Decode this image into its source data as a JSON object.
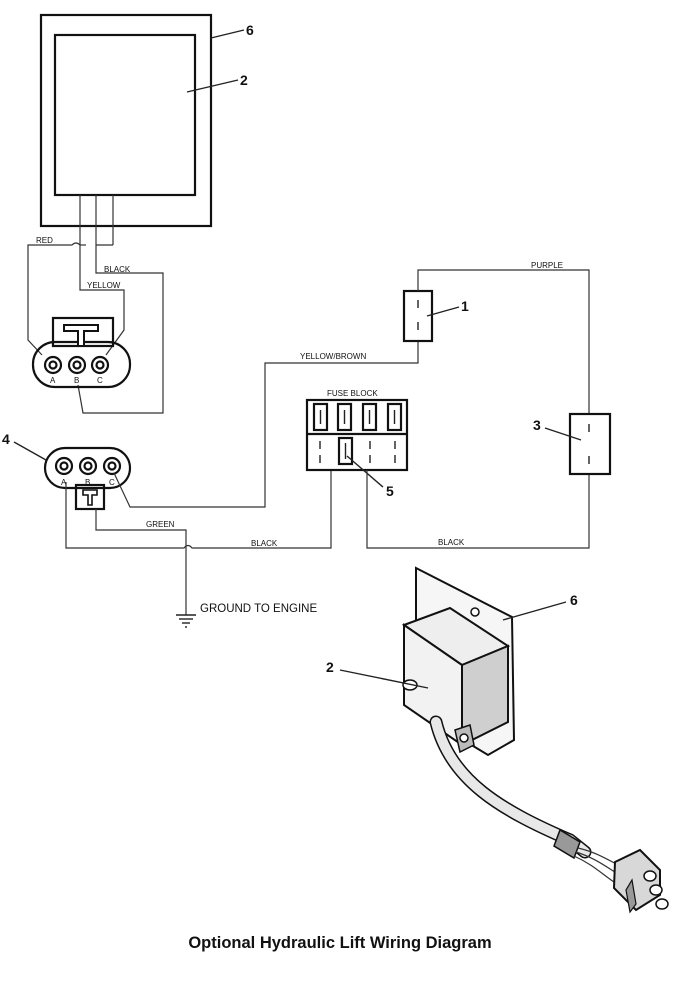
{
  "callouts": {
    "n1": "1",
    "n2_top": "2",
    "n2_bottom": "2",
    "n3": "3",
    "n4": "4",
    "n5": "5",
    "n6_top": "6",
    "n6_bottom": "6"
  },
  "wire_labels": {
    "red": "RED",
    "black_top": "BLACK",
    "yellow": "YELLOW",
    "purple": "PURPLE",
    "yellow_brown": "YELLOW/BROWN",
    "green": "GREEN",
    "black_left": "BLACK",
    "black_right": "BLACK"
  },
  "fuse_block_label": "FUSE BLOCK",
  "ground_label": "GROUND TO ENGINE",
  "pins": {
    "upper": [
      "A",
      "B",
      "C"
    ],
    "lower": [
      "A",
      "B",
      "C"
    ]
  },
  "caption": "Optional Hydraulic Lift Wiring Diagram"
}
